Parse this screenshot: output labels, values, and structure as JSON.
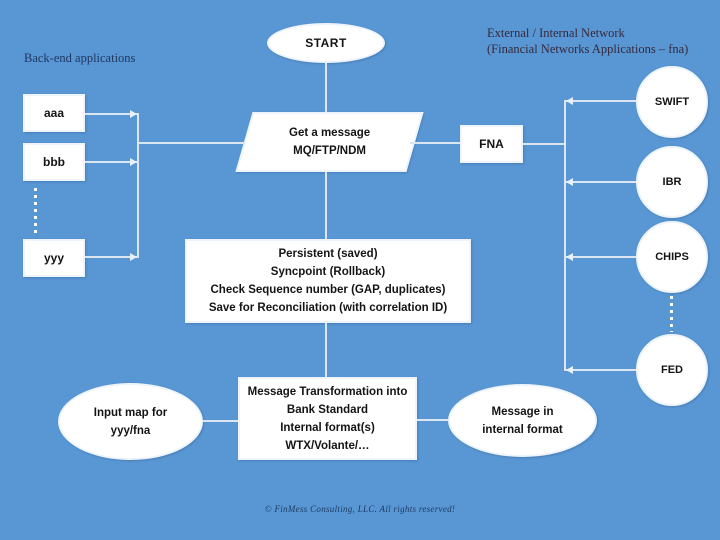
{
  "colors": {
    "background": "#5997d4",
    "connector_line": "#dce6f2",
    "shape_fill": "#ffffff",
    "shape_border": "#eef4fb",
    "shape_text": "#141414",
    "header_left_text": "#1f3864",
    "header_right_text": "#35293b",
    "footer_text": "#1d3c66"
  },
  "headers": {
    "back_end": "Back-end applications",
    "network_line1": "External / Internal Network",
    "network_line2": "(Financial Networks Applications – fna)"
  },
  "start": {
    "label": "START"
  },
  "left_boxes": [
    {
      "label": "aaa"
    },
    {
      "label": "bbb"
    },
    {
      "label": "yyy"
    }
  ],
  "parallelogram": {
    "line1": "Get a message",
    "line2": "MQ/FTP/NDM"
  },
  "fna_box": {
    "label": "FNA"
  },
  "network_circles": [
    {
      "label": "SWIFT"
    },
    {
      "label": "IBR"
    },
    {
      "label": "CHIPS"
    },
    {
      "label": "FED"
    }
  ],
  "persistence_box": {
    "lines": [
      "Persistent (saved)",
      "Syncpoint (Rollback)",
      "Check Sequence number (GAP, duplicates)",
      "Save for Reconciliation (with correlation ID)"
    ]
  },
  "input_ellipse": {
    "line1": "Input map for",
    "line2": "yyy/fna"
  },
  "transform_box": {
    "lines": [
      "Message Transformation into",
      "Bank Standard",
      "Internal format(s)",
      "WTX/Volante/…"
    ]
  },
  "output_ellipse": {
    "line1": "Message in",
    "line2": "internal format"
  },
  "footer": {
    "copyright": "© FinMess Consulting, LLC. All rights reserved!"
  }
}
